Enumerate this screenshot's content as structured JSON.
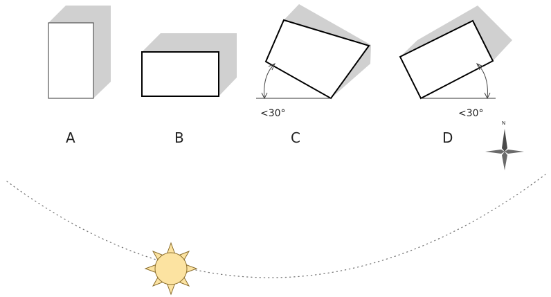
{
  "labels": {
    "a": "A",
    "b": "B",
    "c": "C",
    "d": "D",
    "angle_c": "<30°",
    "angle_d": "<30°",
    "north": "N"
  },
  "colors": {
    "shadow": "#d0d0d0",
    "outline": "#000000",
    "building_fill": "#ffffff",
    "sun_fill": "#fce3a1",
    "sun_stroke": "#8a6d2c",
    "path_dots": "#777777",
    "compass": "#4a4a4a"
  },
  "icons": {
    "sun": "sun-icon",
    "compass": "compass-rose-icon"
  }
}
